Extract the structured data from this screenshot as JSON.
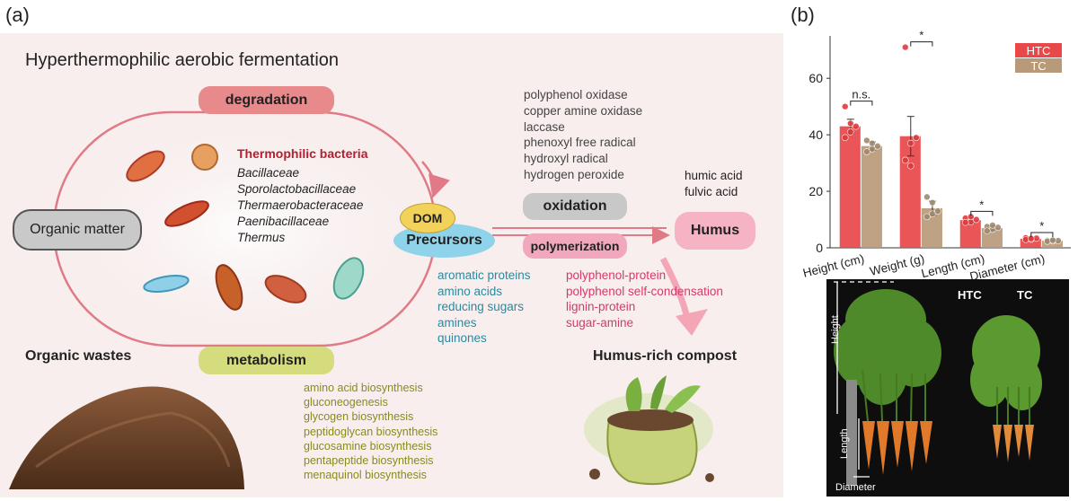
{
  "panel_a": {
    "label": "(a)",
    "title": "Hyperthermophilic aerobic fermentation",
    "degradation": "degradation",
    "metabolism": "metabolism",
    "organic_matter": "Organic matter",
    "organic_wastes": "Organic wastes",
    "bacteria_heading": "Thermophilic bacteria",
    "bacteria_taxa": [
      "Bacillaceae",
      "Sporolactobacillaceae",
      "Thermaerobacteraceae",
      "Paenibacillaceae",
      "Thermus"
    ],
    "dom": "DOM",
    "precursors": "Precursors",
    "precursor_list": [
      "aromatic proteins",
      "amino acids",
      "reducing sugars",
      "amines",
      "quinones"
    ],
    "oxidation": "oxidation",
    "polymerization": "polymerization",
    "oxidation_agents": [
      "polyphenol oxidase",
      "copper amine oxidase",
      "laccase",
      "phenoxyl free radical",
      "hydroxyl radical",
      "hydrogen peroxide"
    ],
    "humic_products": [
      "humic acid",
      "fulvic acid"
    ],
    "humus": "Humus",
    "polymer_products": [
      "polyphenol-protein",
      "polyphenol self-condensation",
      "lignin-protein",
      "sugar-amine"
    ],
    "compost": "Humus-rich compost",
    "metabolic_pathways": [
      "amino acid biosynthesis",
      "gluconeogenesis",
      "glycogen biosynthesis",
      "peptidoglycan biosynthesis",
      "glucosamine biosynthesis",
      "pentapeptide biosynthesis",
      "menaquinol biosynthesis"
    ]
  },
  "panel_b": {
    "label": "(b)",
    "photo_labels": {
      "htc": "HTC",
      "tc": "TC",
      "height": "Height",
      "length": "Length",
      "diameter": "Diameter"
    }
  },
  "chart_data": {
    "type": "bar",
    "categories": [
      "Height (cm)",
      "Weight (g)",
      "Length (cm)",
      "Diameter (cm)"
    ],
    "series": [
      {
        "name": "HTC",
        "values": [
          43,
          39.5,
          9.8,
          3.2
        ],
        "error": [
          2.5,
          7,
          1,
          0.3
        ],
        "color": "#e8484a",
        "points": [
          [
            50,
            41,
            43,
            39,
            44
          ],
          [
            71,
            37,
            39,
            31,
            29
          ],
          [
            10.5,
            9.2,
            10,
            9,
            11
          ],
          [
            3.5,
            3,
            3.4,
            2.9,
            3.3
          ]
        ]
      },
      {
        "name": "TC",
        "values": [
          36,
          14,
          7,
          2.5
        ],
        "error": [
          1.5,
          2.5,
          0.8,
          0.2
        ],
        "color": "#b89a78",
        "points": [
          [
            38,
            35,
            36,
            34,
            37
          ],
          [
            18,
            12,
            13,
            11,
            16
          ],
          [
            7.5,
            6.5,
            7.2,
            6,
            8
          ],
          [
            2.6,
            2.4,
            2.5,
            2.3,
            2.7
          ]
        ]
      }
    ],
    "significance": [
      "n.s.",
      "*",
      "*",
      "*"
    ],
    "ylim": [
      0,
      75
    ],
    "yticks": [
      0,
      20,
      40,
      60
    ],
    "legend": "top-right",
    "xlabel": "",
    "ylabel": ""
  }
}
